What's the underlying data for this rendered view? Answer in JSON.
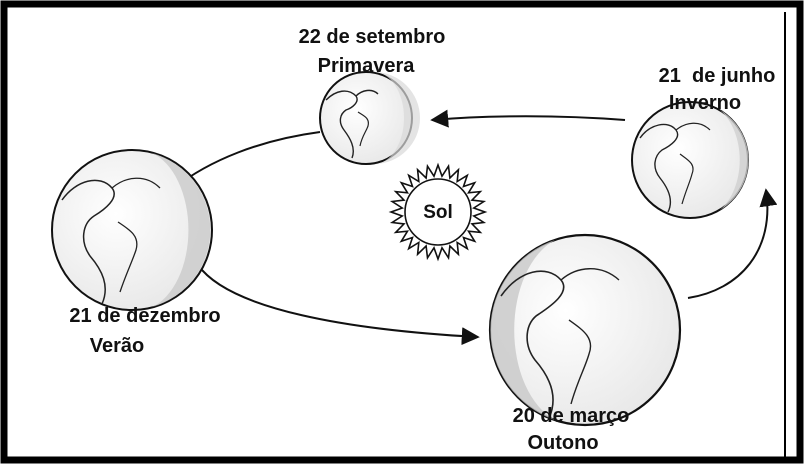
{
  "sun": {
    "label": "Sol"
  },
  "positions": [
    {
      "id": "setembro",
      "date": "22 de setembro",
      "season": "Primavera"
    },
    {
      "id": "junho",
      "date": "21  de junho",
      "season": "Inverno"
    },
    {
      "id": "dezembro",
      "date": "21 de dezembro",
      "season": "Verão"
    },
    {
      "id": "marco",
      "date": "20 de março",
      "season": "Outono"
    }
  ]
}
